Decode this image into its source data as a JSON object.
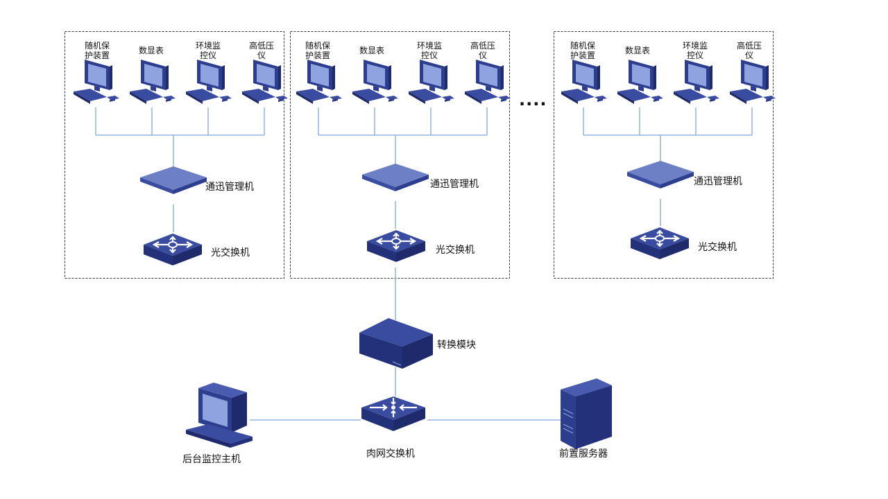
{
  "devices": [
    "随机保\n护装置",
    "数显表",
    "环境监\n控仪",
    "高低压\n仪"
  ],
  "comm_manager": "通迅管理机",
  "optical_switch": "光交换机",
  "ellipsis": "....",
  "converter": "转换模块",
  "intranet_switch": "肉网交换机",
  "backend_host": "后台监控主机",
  "front_server": "前置服务器",
  "colors": {
    "link": "#7fa8d9",
    "device_dark": "#2e3e8f",
    "device_light": "#6d80c6",
    "border": "#333333"
  }
}
